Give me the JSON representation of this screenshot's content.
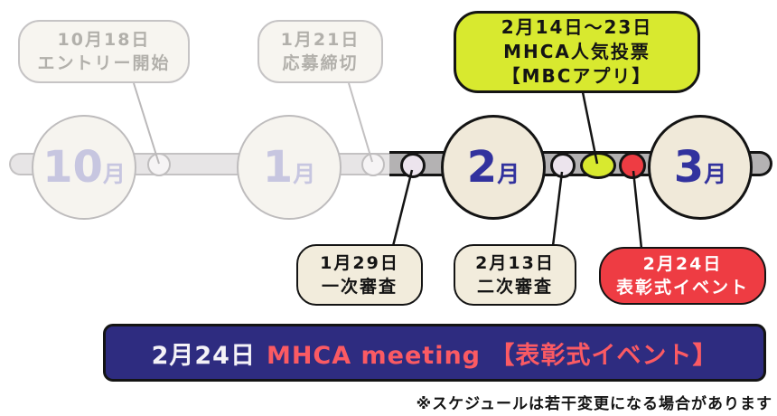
{
  "timeline": {
    "months": [
      {
        "num": "10",
        "suffix": "月",
        "state": "past"
      },
      {
        "num": "1",
        "suffix": "月",
        "state": "past"
      },
      {
        "num": "2",
        "suffix": "月",
        "state": "active"
      },
      {
        "num": "3",
        "suffix": "月",
        "state": "active"
      }
    ]
  },
  "callouts": {
    "entry_start": {
      "line1": "10月18日",
      "line2": "エントリー開始"
    },
    "entry_deadline": {
      "line1": "1月21日",
      "line2": "応募締切"
    },
    "popularity_vote": {
      "line1": "2月14日〜23日",
      "line2": "MHCA人気投票",
      "line3": "【MBCアプリ】"
    },
    "first_screening": {
      "line1": "1月29日",
      "line2": "一次審査"
    },
    "second_screening": {
      "line1": "2月13日",
      "line2": "二次審査"
    },
    "award_ceremony": {
      "line1": "2月24日",
      "line2": "表彰式イベント"
    }
  },
  "banner": {
    "date": "2月24日",
    "event": "MHCA meeting 【表彰式イベント】"
  },
  "footnote": "※スケジュールは若干変更になる場合があります",
  "colors": {
    "highlight_yellow": "#d8e92f",
    "alert_red": "#ee3c43",
    "banner_navy": "#2e2c80",
    "banner_coral_text": "#fb5a63",
    "month_navy_text": "#32329e",
    "active_cream": "#f0e9d9",
    "inactive_gray": "#bebcbd",
    "bar_active_gray": "#b4b2b3"
  }
}
